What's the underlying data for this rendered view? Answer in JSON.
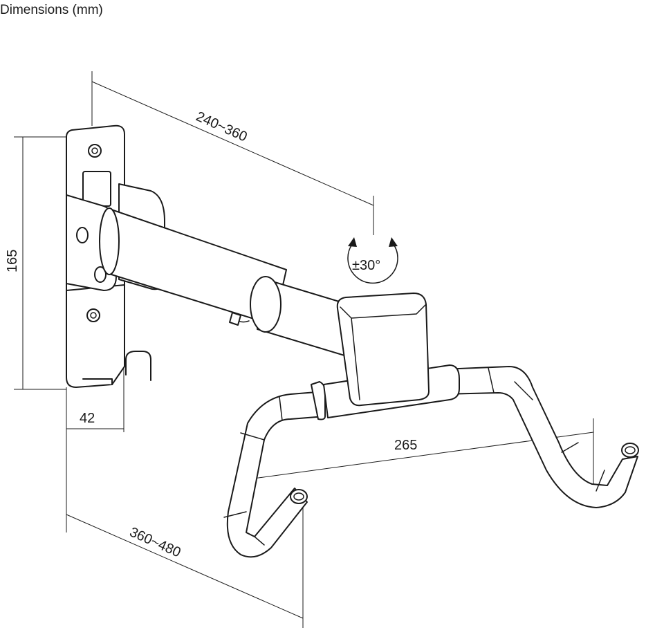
{
  "title": "Dimensions (mm)",
  "dimensions": {
    "arm_length": "240~360",
    "rotation": "±30°",
    "plate_height": "165",
    "plate_depth": "42",
    "total_depth": "360~480",
    "hook_width": "265"
  }
}
